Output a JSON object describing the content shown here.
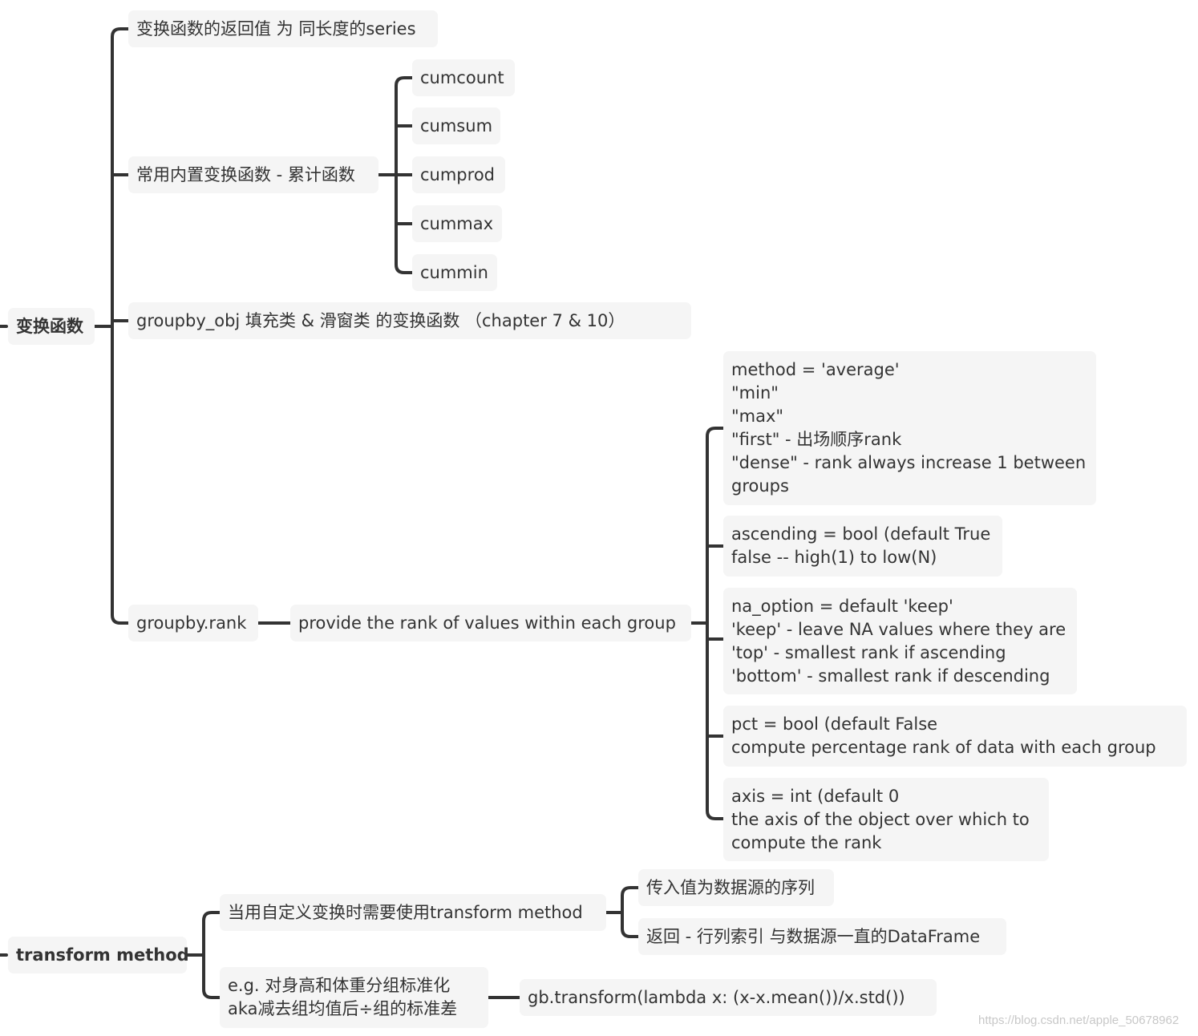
{
  "mindmap": {
    "root1": {
      "label": "变换函数",
      "children": {
        "return_value": "变换函数的返回值 为 同长度的series",
        "builtin": {
          "label": "常用内置变换函数 - 累计函数",
          "items": [
            "cumcount",
            "cumsum",
            "cumprod",
            "cummax",
            "cummin"
          ]
        },
        "fill_window": "groupby_obj 填充类 & 滑窗类 的变换函数 （chapter 7 & 10）",
        "rank": {
          "label": "groupby.rank",
          "desc": "provide the rank of values within each group",
          "params": [
            "method = 'average'\n\"min\"\n\"max\"\n\"first\" - 出场顺序rank\n\"dense\" - rank always increase 1 between\ngroups",
            "ascending = bool (default True\nfalse -- high(1) to low(N)",
            "na_option = default 'keep'\n'keep' - leave NA values where they are\n'top' - smallest rank if ascending\n'bottom' - smallest rank if descending",
            "pct = bool (default False\ncompute percentage rank of data with each group",
            "axis = int (default 0\nthe axis of the object over which to\ncompute the rank"
          ]
        }
      }
    },
    "root2": {
      "label": "transform method",
      "children": {
        "custom": {
          "label": "当用自定义变换时需要使用transform method",
          "items": [
            "传入值为数据源的序列",
            "返回 - 行列索引 与数据源一直的DataFrame"
          ]
        },
        "example": {
          "label": "e.g. 对身高和体重分组标准化\naka减去组均值后÷组的标准差",
          "code": "gb.transform(lambda x: (x-x.mean())/x.std())"
        }
      }
    }
  },
  "watermark": "https://blog.csdn.net/apple_50678962"
}
